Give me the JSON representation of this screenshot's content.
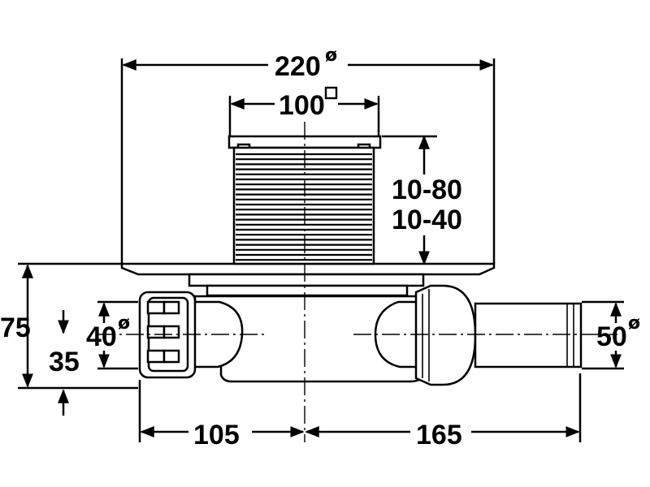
{
  "dimensions": {
    "plate_diameter": {
      "value": "220",
      "symbol": "ø"
    },
    "grate_size": {
      "value": "100",
      "symbol": "□"
    },
    "height_range_1": "10-80",
    "height_range_2": "10-40",
    "total_height": "75",
    "outlet_height": "35",
    "left_port_diameter": {
      "value": "40",
      "symbol": "ø"
    },
    "right_port_diameter": {
      "value": "50",
      "symbol": "ø"
    },
    "left_distance": "105",
    "right_distance": "165"
  },
  "icons": [
    "arrow-icon",
    "square-symbol-icon",
    "diameter-symbol-icon"
  ]
}
